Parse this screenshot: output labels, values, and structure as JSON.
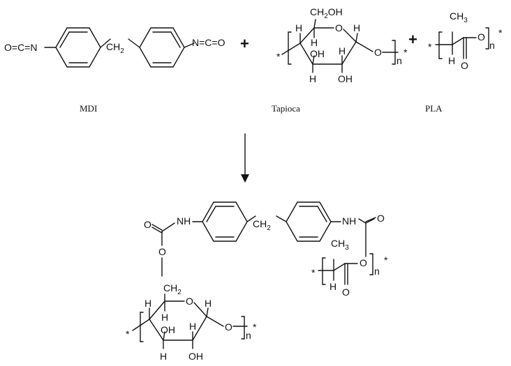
{
  "reactants": {
    "mdi": {
      "caption": "MDI",
      "left_group": "O=C=N",
      "right_group": "N=C=O",
      "bridge": "CH",
      "bridge_sub": "2"
    },
    "tapioca": {
      "caption": "Tapioca",
      "ch2oh": "CH",
      "ch2oh_sub": "2",
      "ch2oh_tail": "OH",
      "ring_o": "O",
      "h": "H",
      "oh": "OH",
      "link_o": "O",
      "repeat": "n",
      "star": "*"
    },
    "pla": {
      "caption": "PLA",
      "methyl": "CH",
      "methyl_sub": "3",
      "h": "H",
      "ester_o": "O",
      "carbonyl_o": "O",
      "repeat": "n",
      "star": "*"
    }
  },
  "plus_sign": "+",
  "product": {
    "nh": "NH",
    "bridge": "CH",
    "bridge_sub": "2",
    "o": "O",
    "ch2": "CH",
    "ch2_sub": "2",
    "methyl": "CH",
    "methyl_sub": "3",
    "h": "H",
    "oh": "OH",
    "repeat": "n",
    "star": "*"
  }
}
